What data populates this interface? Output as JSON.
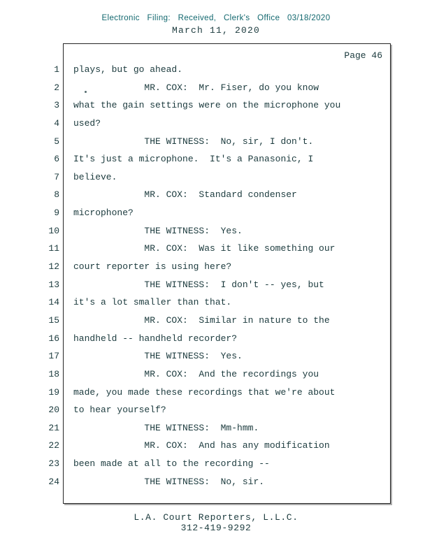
{
  "colors": {
    "ink": "#1b3a3d",
    "stamp": "#11676e",
    "border": "#262626"
  },
  "header": {
    "filing_line": "Electronic Filing: Received, Clerk's Office 03/18/2020",
    "date_line": "March 11, 2020"
  },
  "page": {
    "page_label": "Page 46",
    "lines": [
      {
        "num": "1",
        "text": "plays, but go ahead."
      },
      {
        "num": "2",
        "text": "             MR. COX:  Mr. Fiser, do you know"
      },
      {
        "num": "3",
        "text": "what the gain settings were on the microphone you"
      },
      {
        "num": "4",
        "text": "used?"
      },
      {
        "num": "5",
        "text": "             THE WITNESS:  No, sir, I don't."
      },
      {
        "num": "6",
        "text": "It's just a microphone.  It's a Panasonic, I"
      },
      {
        "num": "7",
        "text": "believe."
      },
      {
        "num": "8",
        "text": "             MR. COX:  Standard condenser"
      },
      {
        "num": "9",
        "text": "microphone?"
      },
      {
        "num": "10",
        "text": "             THE WITNESS:  Yes."
      },
      {
        "num": "11",
        "text": "             MR. COX:  Was it like something our"
      },
      {
        "num": "12",
        "text": "court reporter is using here?"
      },
      {
        "num": "13",
        "text": "             THE WITNESS:  I don't -- yes, but"
      },
      {
        "num": "14",
        "text": "it's a lot smaller than that."
      },
      {
        "num": "15",
        "text": "             MR. COX:  Similar in nature to the"
      },
      {
        "num": "16",
        "text": "handheld -- handheld recorder?"
      },
      {
        "num": "17",
        "text": "             THE WITNESS:  Yes."
      },
      {
        "num": "18",
        "text": "             MR. COX:  And the recordings you"
      },
      {
        "num": "19",
        "text": "made, you made these recordings that we're about"
      },
      {
        "num": "20",
        "text": "to hear yourself?"
      },
      {
        "num": "21",
        "text": "             THE WITNESS:  Mm-hmm."
      },
      {
        "num": "22",
        "text": "             MR. COX:  And has any modification"
      },
      {
        "num": "23",
        "text": "been made at all to the recording --"
      },
      {
        "num": "24",
        "text": "             THE WITNESS:  No, sir."
      }
    ]
  },
  "footer": {
    "company": "L.A. Court Reporters, L.L.C.",
    "phone": "312-419-9292"
  }
}
